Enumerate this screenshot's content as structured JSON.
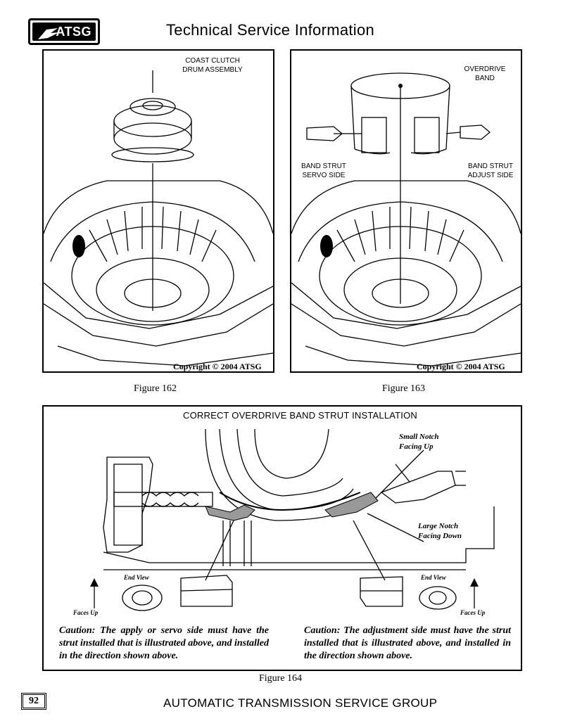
{
  "header": {
    "logo_text": "ATSG",
    "title": "Technical Service Information"
  },
  "figure162": {
    "label_coast": "COAST CLUTCH\nDRUM ASSEMBLY",
    "copyright": "Copyright © 2004 ATSG",
    "caption": "Figure 162"
  },
  "figure163": {
    "label_band": "OVERDRIVE\nBAND",
    "label_servo": "BAND STRUT\nSERVO SIDE",
    "label_adjust": "BAND STRUT\nADJUST SIDE",
    "copyright": "Copyright © 2004 ATSG",
    "caption": "Figure 163"
  },
  "figure164": {
    "title": "CORRECT OVERDRIVE BAND STRUT INSTALLATION",
    "small_notch": "Small Notch\nFacing Up",
    "large_notch": "Large Notch\nFacing Down",
    "end_view_left": "End View",
    "end_view_right": "End View",
    "faces_up_left": "Faces Up",
    "faces_up_right": "Faces Up",
    "caution_left": "Caution: The apply or servo side must have the strut installed that is illustrated above, and installed in the direction shown above.",
    "caution_right": "Caution: The adjustment side must have the strut installed that is illustrated above, and installed in the direction shown above.",
    "caption": "Figure 164"
  },
  "footer": {
    "page_number": "92",
    "text": "AUTOMATIC TRANSMISSION SERVICE GROUP"
  }
}
